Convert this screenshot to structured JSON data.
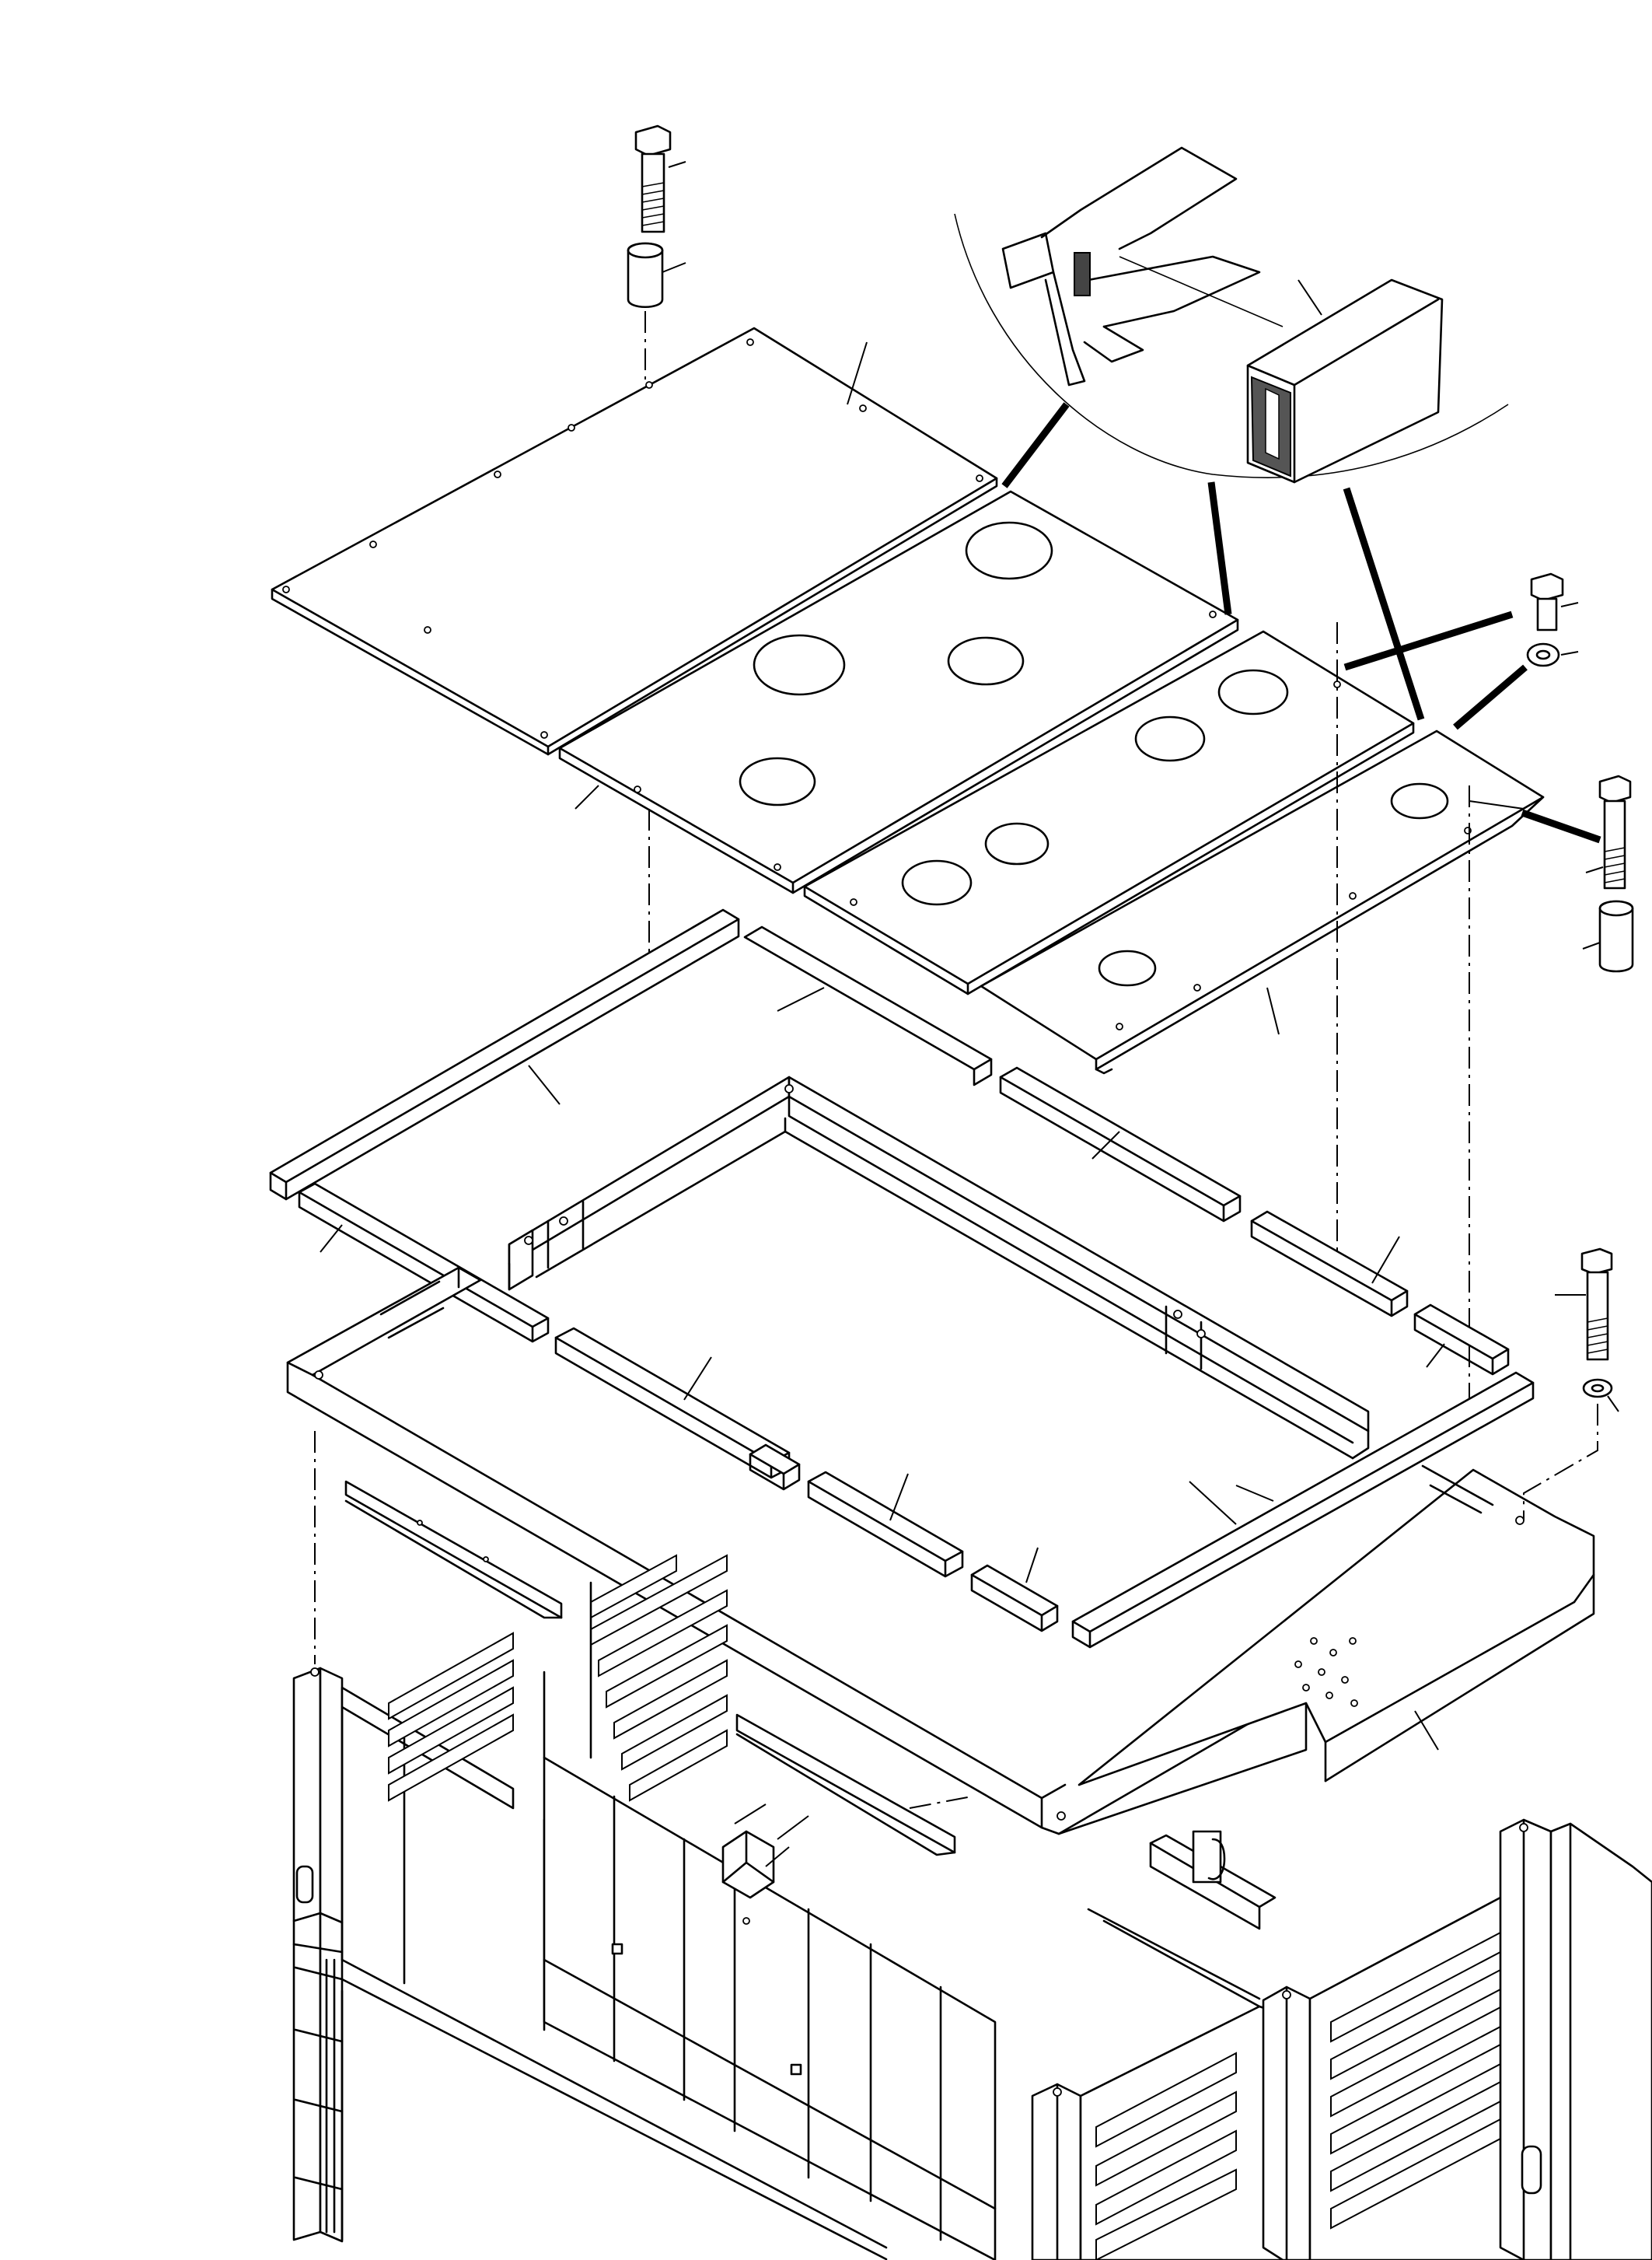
{
  "drawing": {
    "kind": "exploded-assembly-view",
    "colors": {
      "ink": "#000000",
      "paper": "#ffffff"
    },
    "components": [
      "top-bolt-icon",
      "top-spacer-icon",
      "roof-panel-left",
      "roof-panel-center",
      "roof-panel-right-1",
      "roof-panel-right-2",
      "seal-detail-callout",
      "edge-seal-profile",
      "right-bolt-icon",
      "lock-washer-icon",
      "long-bolt-icon",
      "right-spacer-icon",
      "gasket-strips",
      "inner-frame",
      "roof-frame",
      "lower-bolt-icon",
      "lower-washer-icon",
      "enclosure-body"
    ]
  }
}
